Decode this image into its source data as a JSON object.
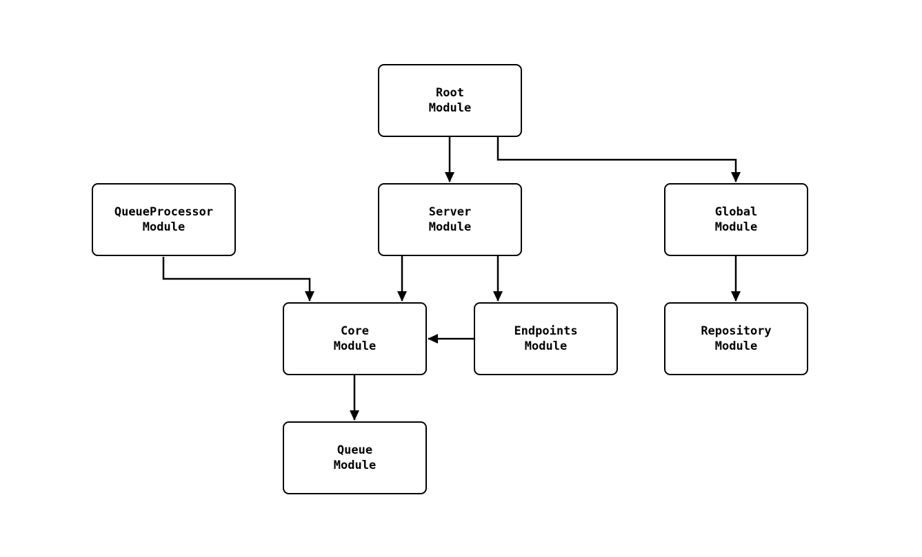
{
  "diagram": {
    "type": "module-dependency-graph",
    "colors": {
      "background": "#ffffff",
      "node_border": "#000000",
      "node_fill": "#ffffff",
      "edge": "#000000",
      "text": "#000000"
    },
    "nodes": {
      "root": {
        "label": "Root\nModule"
      },
      "queueprocessor": {
        "label": "QueueProcessor\nModule"
      },
      "server": {
        "label": "Server\nModule"
      },
      "global": {
        "label": "Global\nModule"
      },
      "core": {
        "label": "Core\nModule"
      },
      "endpoints": {
        "label": "Endpoints\nModule"
      },
      "repository": {
        "label": "Repository\nModule"
      },
      "queue": {
        "label": "Queue\nModule"
      }
    },
    "edges": [
      {
        "from": "root",
        "to": "server"
      },
      {
        "from": "root",
        "to": "global"
      },
      {
        "from": "queueprocessor",
        "to": "core"
      },
      {
        "from": "server",
        "to": "core"
      },
      {
        "from": "server",
        "to": "endpoints"
      },
      {
        "from": "endpoints",
        "to": "core"
      },
      {
        "from": "global",
        "to": "repository"
      },
      {
        "from": "core",
        "to": "queue"
      }
    ]
  }
}
